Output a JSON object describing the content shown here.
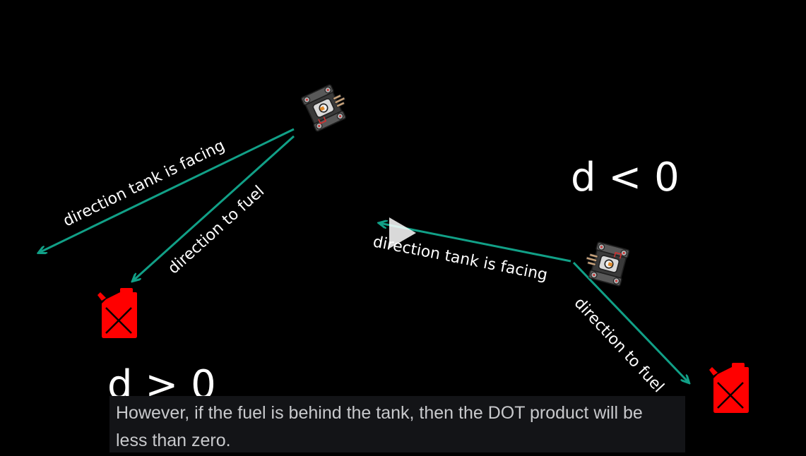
{
  "colors": {
    "background": "#000000",
    "arrow": "#11a087",
    "fuel_can": "#ff0000",
    "caption_bg": "#131417",
    "caption_text": "#c8c9cc"
  },
  "left_scene": {
    "facing_label": "direction tank is facing",
    "fuel_label": "direction to fuel",
    "formula": "d > 0",
    "tank_icon": "tank-icon",
    "fuel_icon": "fuel-can-icon"
  },
  "right_scene": {
    "facing_label": "direction tank is facing",
    "fuel_label": "direction to fuel",
    "formula": "d < 0",
    "tank_icon": "tank-icon",
    "fuel_icon": "fuel-can-icon"
  },
  "player": {
    "play_icon": "play-icon"
  },
  "caption": {
    "text": "However, if the fuel is behind the tank, then the DOT product will be less than zero."
  }
}
